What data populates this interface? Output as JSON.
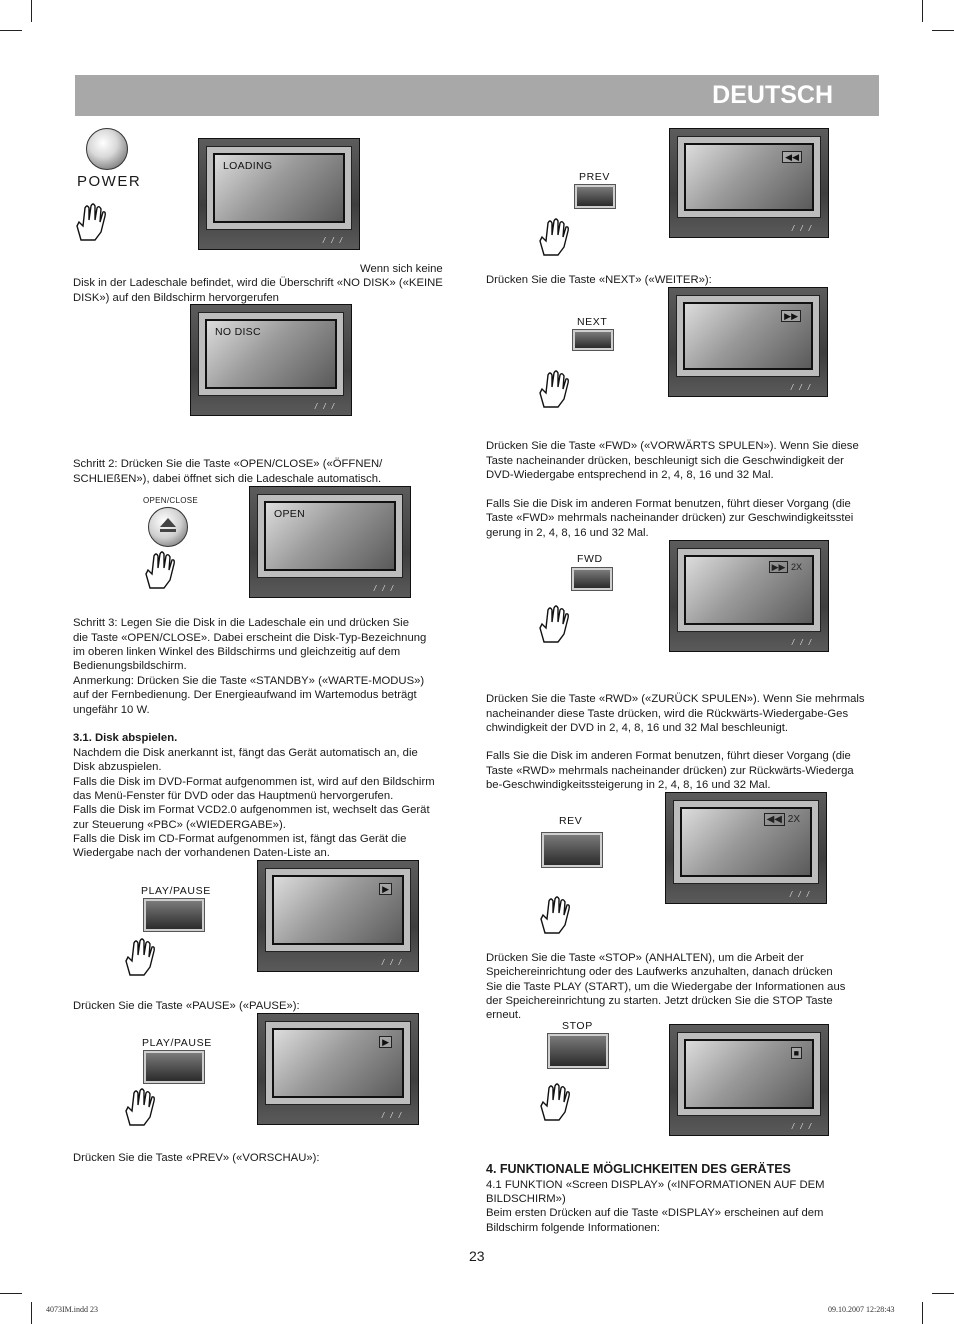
{
  "header": {
    "title": "DEUTSCH"
  },
  "power_label": "POWER",
  "screens": {
    "loading": "LOADING",
    "no_disc": "NO DISC",
    "open": "OPEN",
    "speed_2x": "2X",
    "rev_2x": "2X"
  },
  "buttons": {
    "open_close": "OPEN/CLOSE",
    "play_pause_1": "PLAY/PAUSE",
    "play_pause_2": "PLAY/PAUSE",
    "prev": "PREV",
    "next": "NEXT",
    "fwd": "FWD",
    "rev": "REV",
    "stop": "STOP"
  },
  "left": {
    "nodisk_1": "Wenn sich keine",
    "nodisk_2": "Disk in der Ladeschale befindet, wird die Überschrift «NO DISK» («KEINE",
    "nodisk_3": "DISK») auf den Bildschirm hervorgerufen",
    "step2_1": "Schritt 2: Drücken Sie die Taste «OPEN/CLOSE» («ÖFFNEN/",
    "step2_2": "SCHLIEßEN»), dabei öffnet sich die Ladeschale automatisch.",
    "step3_1": "Schritt 3: Legen Sie die Disk in die Ladeschale ein und drücken Sie",
    "step3_2": "die Taste «OPEN/CLOSE». Dabei erscheint die Disk-Typ-Bezeichnung",
    "step3_3": "im oberen linken Winkel des Bildschirms und gleichzeitig auf dem",
    "step3_4": "Bedienungsbildschirm.",
    "step3_5": "Anmerkung: Drücken Sie die Taste «STANDBY» («WARTE-MODUS»)",
    "step3_6": "auf der Fernbedienung. Der Energieaufwand im Wartemodus beträgt",
    "step3_7": "ungefähr 10 W.",
    "sec31_title": "3.1. Disk abspielen.",
    "sec31_1": "Nachdem die Disk anerkannt ist, fängt das Gerät automatisch an, die",
    "sec31_2": "Disk abzuspielen.",
    "sec31_3": "Falls die Disk im DVD-Format aufgenommen ist, wird auf den Bildschirm",
    "sec31_4": "das Menü-Fenster für DVD oder das Hauptmenü hervorgerufen.",
    "sec31_5": "Falls die Disk im Format VCD2.0 aufgenommen ist, wechselt das Gerät",
    "sec31_6": "zur Steuerung «PBC» («WIEDERGABE»).",
    "sec31_7": "Falls die Disk im CD-Format aufgenommen ist, fängt das Gerät die",
    "sec31_8": "Wiedergabe nach der vorhandenen Daten-Liste an.",
    "pause": "Drücken Sie die Taste «PAUSE» («PAUSE»):",
    "prev": "Drücken Sie die Taste «PREV» («VORSCHAU»):"
  },
  "right": {
    "next": "Drücken Sie die Taste «NEXT» («WEITER»):",
    "fwd_1": "Drücken Sie die Taste «FWD» («VORWÄRTS SPULEN»). Wenn Sie diese",
    "fwd_2": "Taste nacheinander drücken, beschleunigt sich die Geschwindigkeit der",
    "fwd_3": "DVD-Wiedergabe entsprechend in  2, 4, 8, 16 und 32 Mal.",
    "fwd_4": "Falls Sie die Disk im anderen Format benutzen, führt dieser Vorgang (die",
    "fwd_5": "Taste «FWD» mehrmals nacheinander drücken) zur Geschwindigkeitsstei",
    "fwd_6": "gerung in  2, 4, 8, 16 und 32 Mal.",
    "rwd_1": "Drücken Sie die Taste «RWD» («ZURÜCK SPULEN»). Wenn Sie mehrmals",
    "rwd_2": "nacheinander diese Taste drücken, wird die Rückwärts-Wiedergabe-Ges",
    "rwd_3": "chwindigkeit der DVD in 2, 4, 8, 16 und 32 Mal beschleunigt.",
    "rwd_4": "Falls Sie die Disk im anderen Format benutzen, führt dieser Vorgang (die",
    "rwd_5": "Taste «RWD» mehrmals nacheinander drücken) zur Rückwärts-Wiederga",
    "rwd_6": "be-Geschwindigkeitssteigerung in  2, 4, 8, 16 und 32 Mal.",
    "stop_1": "Drücken Sie die Taste «STOP» (ANHALTEN), um die Arbeit der",
    "stop_2": "Speichereinrichtung oder des Laufwerks anzuhalten, danach drücken",
    "stop_3": "Sie die Taste PLAY (START), um die Wiedergabe der Informationen aus",
    "stop_4": "der Speichereinrichtung zu starten. Jetzt drücken Sie die STOP Taste",
    "stop_5": "erneut.",
    "sec4_title": "4. FUNKTIONALE MÖGLICHKEITEN DES GERÄTES",
    "sec4_1": "4.1 FUNKTION «Screen DISPLAY» («INFORMATIONEN AUF DEM",
    "sec4_2": "BILDSCHIRM»)",
    "sec4_3": "Beim ersten Drücken auf die Taste «DISPLAY» erscheinen auf dem",
    "sec4_4": "Bildschirm folgende Informationen:"
  },
  "page_number": "23",
  "footer": {
    "file": "4073IM.indd   23",
    "date": "09.10.2007   12:28:43"
  }
}
